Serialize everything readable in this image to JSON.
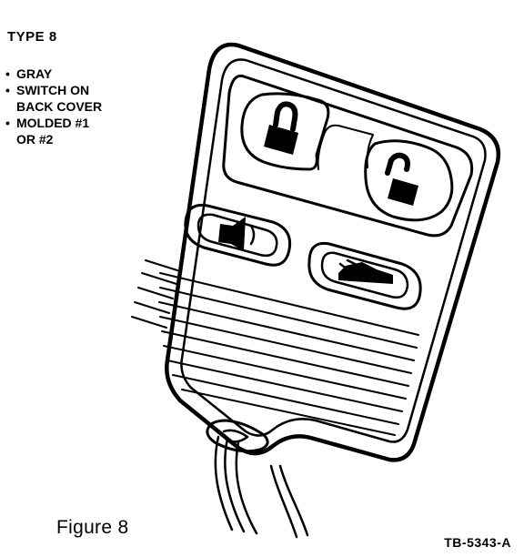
{
  "header": {
    "title": "TYPE 8"
  },
  "notes": {
    "line1": "GRAY",
    "line2": "SWITCH ON",
    "line3": "BACK COVER",
    "line4": "MOLDED #1",
    "line5": "OR #2"
  },
  "caption": "Figure 8",
  "code": "TB-5343-A",
  "buttons": {
    "lock": "lock-icon",
    "unlock": "unlock-icon",
    "panic": "horn-icon",
    "trunk": "car-trunk-icon"
  }
}
